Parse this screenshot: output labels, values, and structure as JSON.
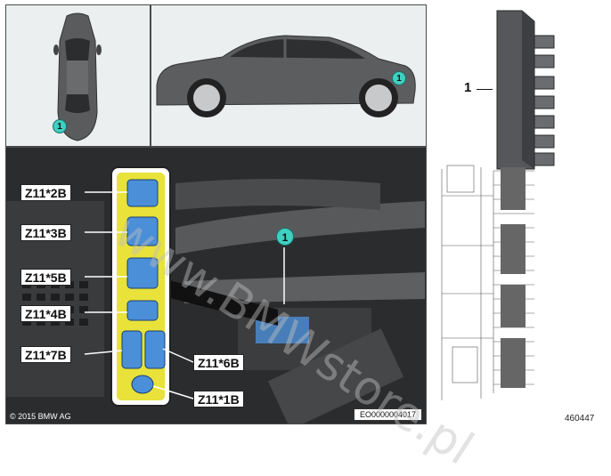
{
  "callout_number": "1",
  "part_number_label": "1",
  "connector_labels": [
    "Z11*2B",
    "Z11*3B",
    "Z11*5B",
    "Z11*4B",
    "Z11*7B",
    "Z11*6B",
    "Z11*1B"
  ],
  "copyright": "© 2015 BMW AG",
  "image_code": "EO0000004017",
  "reference_number": "460447",
  "watermark": "www.BMWstore.pl",
  "colors": {
    "highlight_yellow": "#e8e23a",
    "callout_teal": "#3fd0c2",
    "connector_blue": "#4a8fd8"
  }
}
